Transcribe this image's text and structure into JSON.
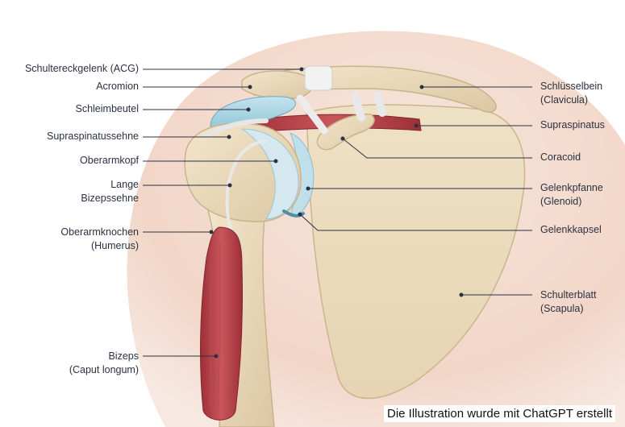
{
  "labels_left": {
    "acg": "Schultereckgelenk (ACG)",
    "acromion": "Acromion",
    "schleimbeutel": "Schleimbeutel",
    "supraspinatussehne": "Supraspinatussehne",
    "oberarmkopf": "Oberarmkopf",
    "lange_1": "Lange",
    "lange_2": "Bizepssehne",
    "humerus_1": "Oberarmknochen",
    "humerus_2": "(Humerus)",
    "bizeps_1": "Bizeps",
    "bizeps_2": "(Caput longum)"
  },
  "labels_right": {
    "clavicula_1": "Schlüsselbein",
    "clavicula_2": "(Clavicula)",
    "supraspinatus": "Supraspinatus",
    "coracoid": "Coracoid",
    "glenoid_1": "Gelenkpfanne",
    "glenoid_2": "(Glenoid)",
    "gelenkkapsel": "Gelenkkapsel",
    "scapula_1": "Schulterblatt",
    "scapula_2": "(Scapula)"
  },
  "credit": "Die Illustration wurde mit ChatGPT erstellt",
  "colors": {
    "skin": "#f4dcd0",
    "bone": "#ecdcbe",
    "bone_shadow": "#d9c49f",
    "muscle": "#b8434a",
    "bursa": "#a8d3e0",
    "cartilage": "#cfe3ec",
    "ligament": "#eeeeee",
    "leader": "#2b3142"
  }
}
